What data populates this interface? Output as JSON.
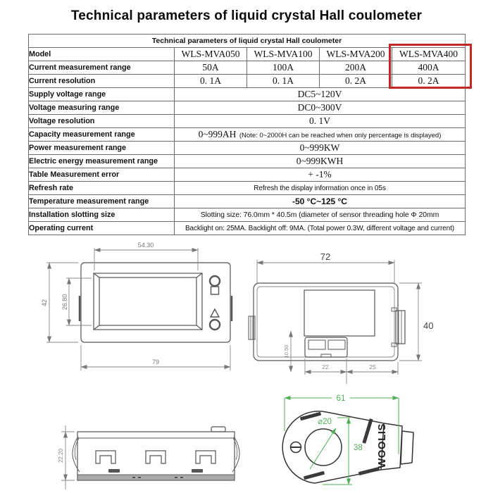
{
  "title": "Technical parameters of liquid crystal Hall coulometer",
  "colors": {
    "highlight_red": "#c42525",
    "drawing_line": "#555555",
    "dimension_green": "#4fae57"
  },
  "table": {
    "header": "Technical parameters of liquid crystal Hall coulometer",
    "model_row": {
      "label": "Model",
      "values": [
        "WLS-MVA050",
        "WLS-MVA100",
        "WLS-MVA200",
        "WLS-MVA400"
      ]
    },
    "current_range_row": {
      "label": "Current measurement range",
      "values": [
        "50A",
        "100A",
        "200A",
        "400A"
      ]
    },
    "current_res_row": {
      "label": "Current resolution",
      "values": [
        "0. 1A",
        "0. 1A",
        "0. 2A",
        "0. 2A"
      ]
    },
    "rows": [
      {
        "label": "Supply voltage range",
        "value": "DC5~120V"
      },
      {
        "label": "Voltage measuring range",
        "value": "DC0~300V"
      },
      {
        "label": "Voltage resolution",
        "value": "0. 1V"
      },
      {
        "label": "Capacity measurement range",
        "value": "0~999AH",
        "note": "(Note: 0~2000H can be reached when only percentage is displayed)"
      },
      {
        "label": "Power measurement range",
        "value": "0~999KW"
      },
      {
        "label": "Electric energy measurement range",
        "value": "0~999KWH"
      },
      {
        "label": "Table Measurement error",
        "value": "+ -1%"
      },
      {
        "label": "Refresh rate",
        "value": "Refresh the display information once in 05s"
      },
      {
        "label": "Temperature measurement range",
        "value": "-50 °C~125 °C"
      },
      {
        "label": "Installation slotting size",
        "value": "Slotting size: 76.0mm * 40.5m (diameter of sensor threading hole Φ 20mm"
      },
      {
        "label": "Operating current",
        "value": "Backlight on: 25MA. Backlight off: 9MA. (Total power 0.3W, different voltage and current)"
      }
    ]
  },
  "drawings": {
    "front_view": {
      "lcd_width": "54.30",
      "total_height": "42",
      "lcd_height": "26.80",
      "total_width": "79"
    },
    "rear_view": {
      "total_width": "72",
      "total_height": "40",
      "connector_width": "22",
      "right_offset": "25",
      "connector_height": "10.50"
    },
    "side_view": {
      "depth": "22.20"
    },
    "sensor": {
      "length": "61",
      "hole_diameter": "⌀20",
      "height": "38",
      "brand": "WOOLIS"
    }
  }
}
